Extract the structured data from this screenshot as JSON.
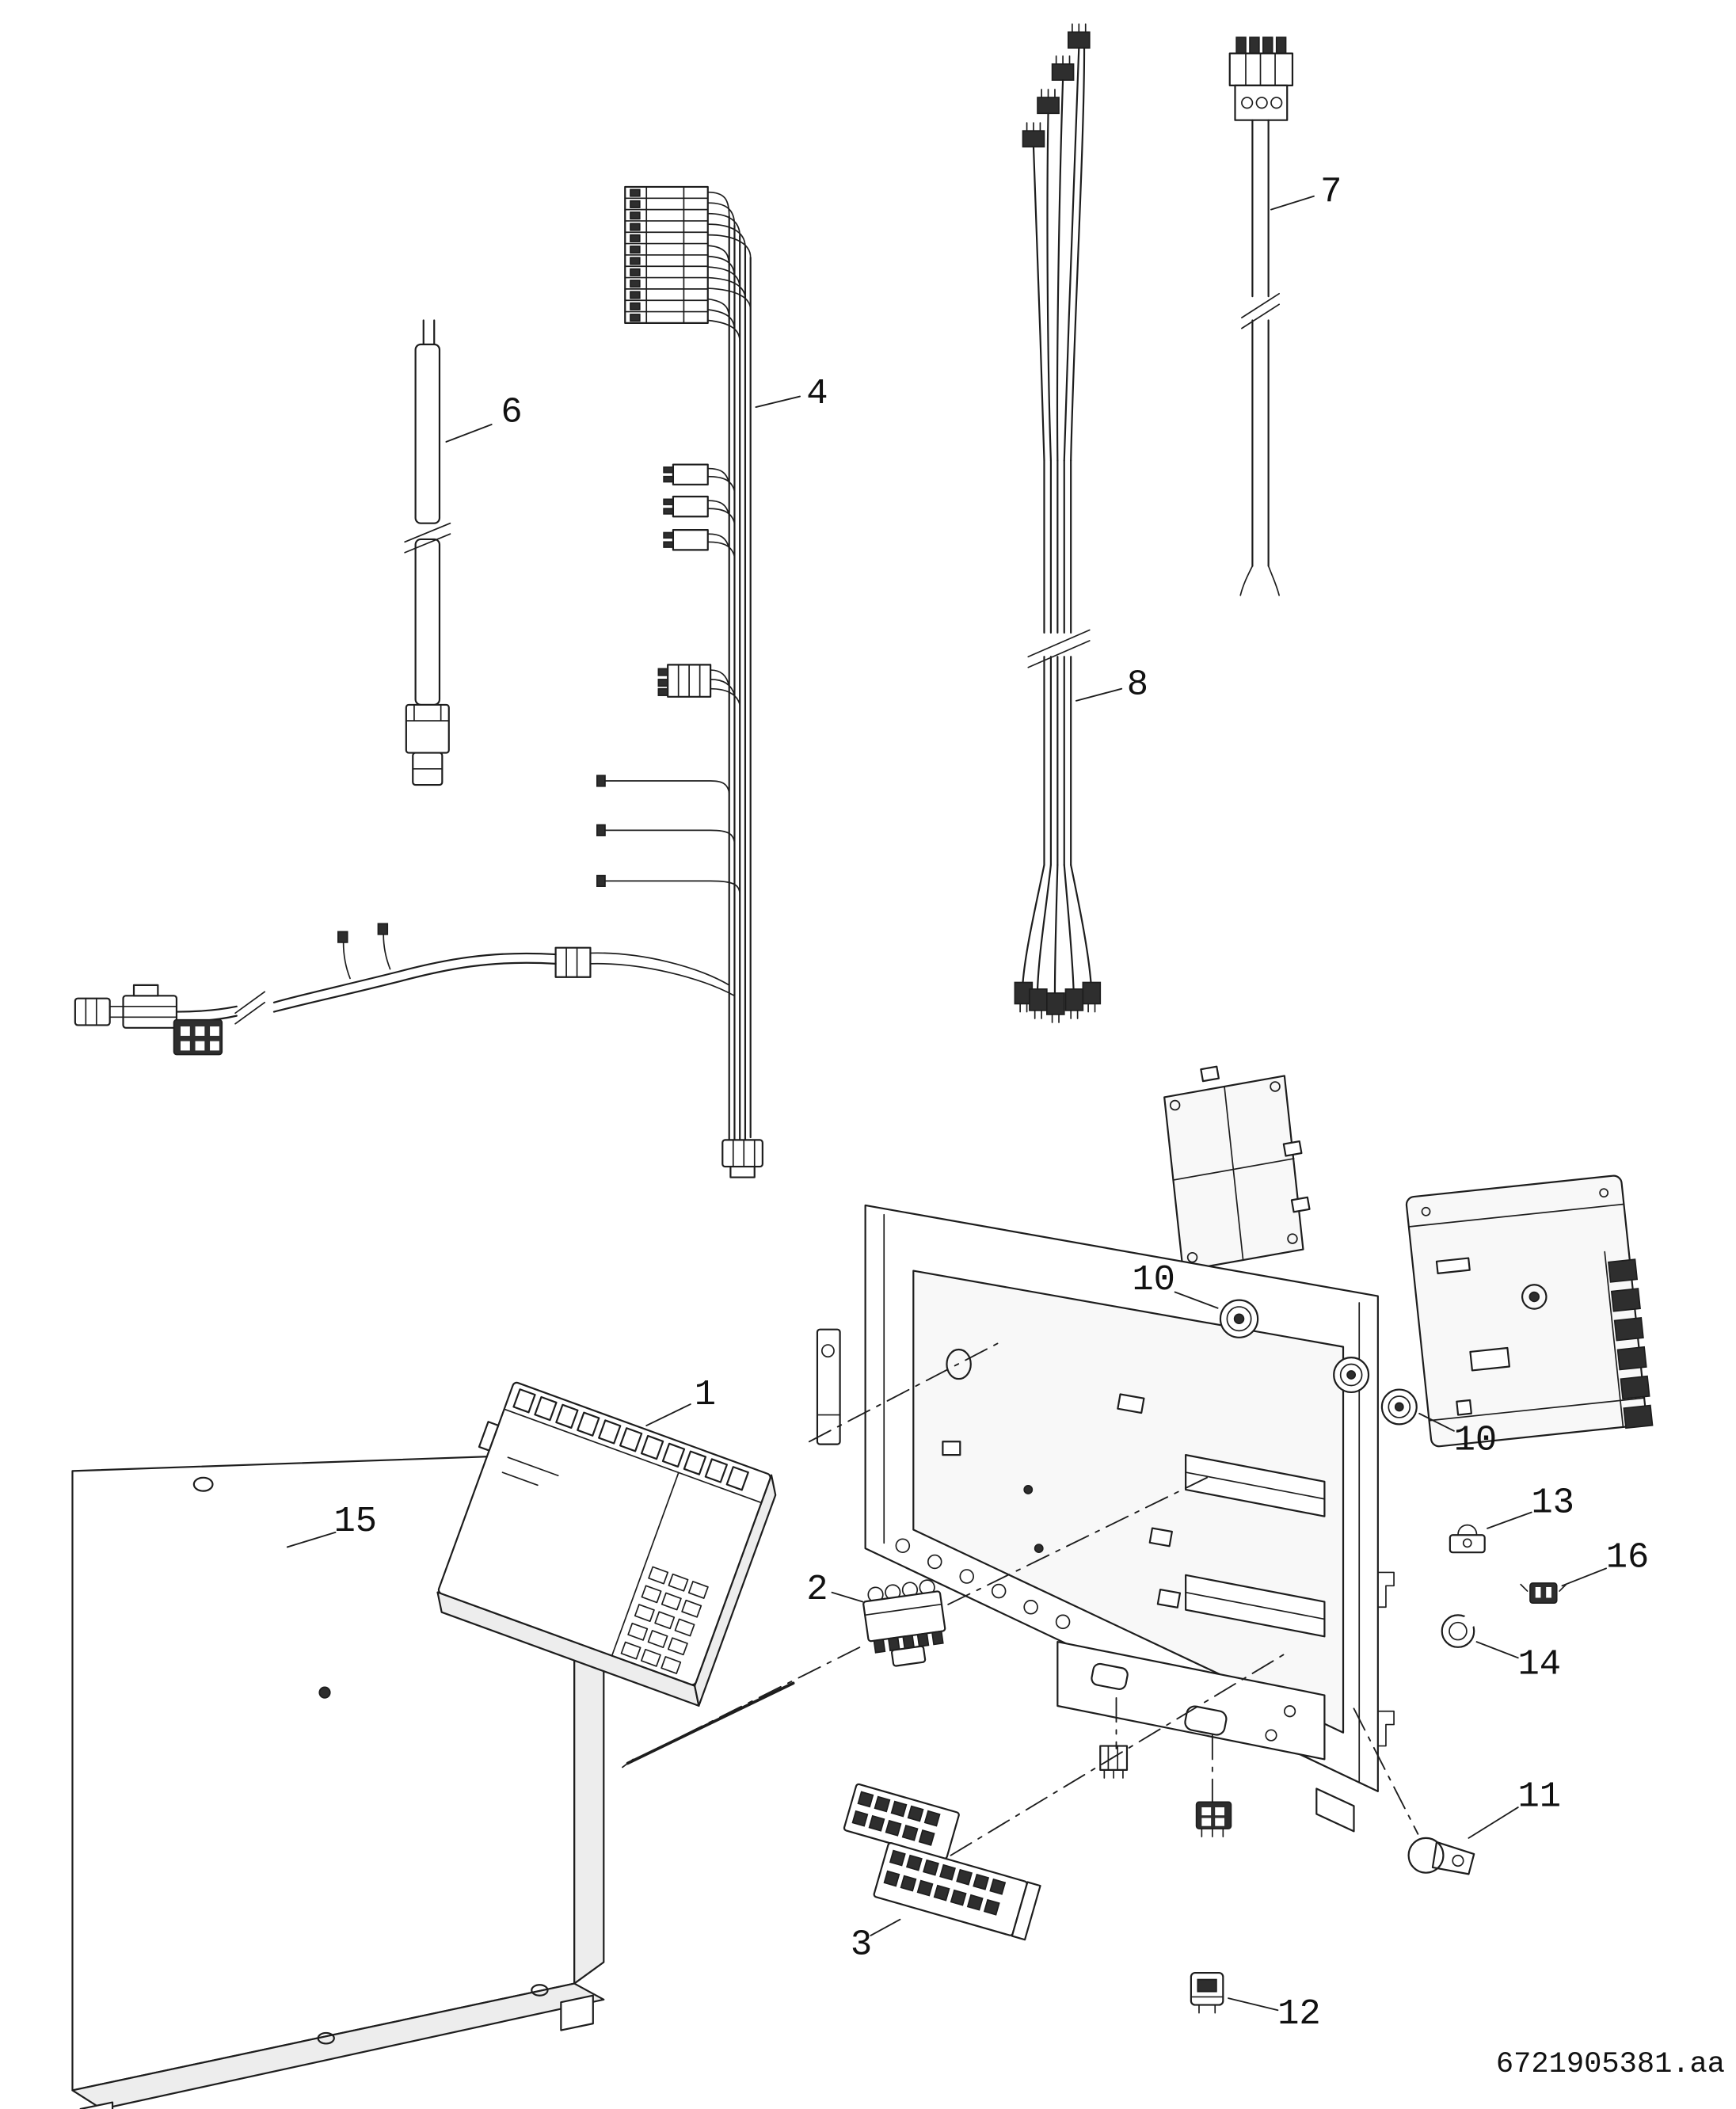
{
  "document": {
    "doc_id": "6721905381.aa"
  },
  "callouts": {
    "c1": "1",
    "c2": "2",
    "c3": "3",
    "c4": "4",
    "c6": "6",
    "c7": "7",
    "c8": "8",
    "c10a": "10",
    "c10b": "10",
    "c11": "11",
    "c12": "12",
    "c13": "13",
    "c14": "14",
    "c15": "15",
    "c16": "16"
  },
  "colors": {
    "line": "#1d1d1d",
    "dark_part": "#2e2e2e",
    "background": "#ffffff"
  }
}
